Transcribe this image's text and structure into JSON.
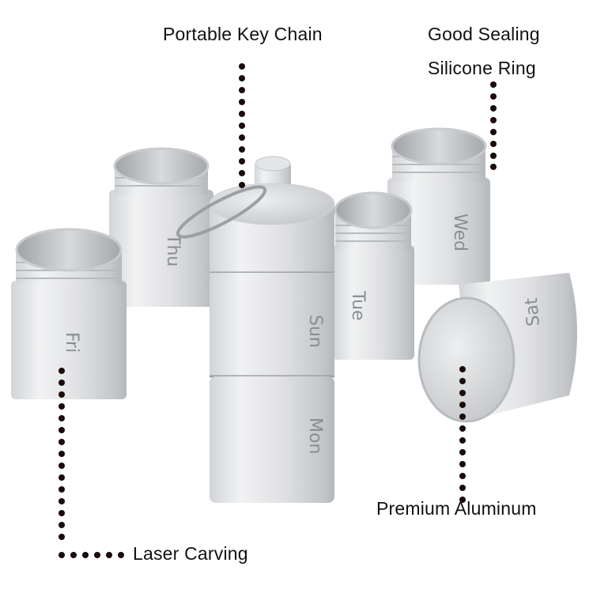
{
  "labels": {
    "key_chain": "Portable Key Chain",
    "sealing": "Good Sealing",
    "silicone": "Silicone Ring",
    "aluminum": "Premium Aluminum",
    "laser": "Laser Carving"
  },
  "containers": {
    "thu": "Thu",
    "fri": "Fri",
    "sun": "Sun",
    "mon": "Mon",
    "tue": "Tue",
    "wed": "Wed",
    "sat": "Sat"
  },
  "colors": {
    "metal_light": "#e9eaec",
    "metal_mid": "#cfd1d4",
    "metal_dark": "#a9acb0",
    "dot": "#1a0a0a",
    "text": "#111111"
  }
}
